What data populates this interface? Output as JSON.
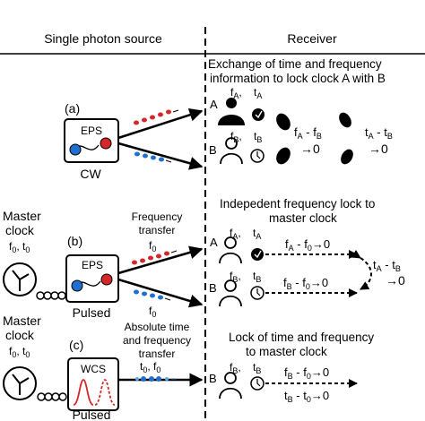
{
  "header": {
    "left_title": "Single photon source",
    "right_title": "Receiver"
  },
  "panel_a": {
    "label": "(a)",
    "source_box": "EPS",
    "mode": "CW",
    "receiver_caption_1": "Exchange of time and frequency",
    "receiver_caption_2": "information to lock clock A with B",
    "node_a": "A",
    "node_b": "B",
    "fA": "f",
    "fA_sub": "A",
    "tA": "t",
    "tA_sub": "A",
    "fB": "f",
    "fB_sub": "B",
    "tB": "t",
    "tB_sub": "B",
    "freq_diff": "f",
    "freq_diff_a_sub": "A",
    "freq_diff_minus": " - f",
    "freq_diff_b_sub": "B",
    "time_diff": "t",
    "time_diff_a_sub": "A",
    "time_diff_minus": " - t",
    "time_diff_b_sub": "B",
    "arrow_zero_1": "→0",
    "arrow_zero_2": "→0"
  },
  "panel_b": {
    "label": "(b)",
    "clock_title_1": "Master",
    "clock_title_2": "clock",
    "clock_values": "f",
    "clock_f_sub": "0",
    "clock_sep": ", t",
    "clock_t_sub": "0",
    "source_box": "EPS",
    "mode": "Pulsed",
    "transfer_1": "Frequency",
    "transfer_2": "transfer",
    "f0_top": "f",
    "f0_top_sub": "0",
    "f0_bottom": "f",
    "f0_bottom_sub": "0",
    "receiver_caption_1": "Indepedent frequency lock to",
    "receiver_caption_2": "master clock",
    "node_a": "A",
    "node_b": "B",
    "fA": "f",
    "fA_sub": "A",
    "tA": "t",
    "tA_sub": "A",
    "fB": "f",
    "fB_sub": "B",
    "tB": "t",
    "tB_sub": "B",
    "eq_a_f": "f",
    "eq_a_sub": "A",
    "eq_a_rest": "- f",
    "eq_a_sub0": "0",
    "eq_a_arrow": "→0",
    "eq_b_f": "f",
    "eq_b_sub": "B",
    "eq_b_rest": "- f",
    "eq_b_sub0": "0",
    "eq_b_arrow": "→0",
    "time_diff": "t",
    "time_diff_a_sub": "A",
    "time_diff_minus": " - t",
    "time_diff_b_sub": "B",
    "time_arrow": "→0"
  },
  "panel_c": {
    "label": "(c)",
    "clock_title_1": "Master",
    "clock_title_2": "clock",
    "clock_values": "f",
    "clock_f_sub": "0",
    "clock_sep": ", t",
    "clock_t_sub": "0",
    "source_box": "WCS",
    "mode": "Pulsed",
    "transfer_1": "Absolute time",
    "transfer_2": "and frequency",
    "transfer_3": "transfer",
    "t0f0": "t",
    "t0f0_t_sub": "0",
    "t0f0_sep": ", f",
    "t0f0_f_sub": "0",
    "receiver_caption_1": "Lock of time and frequency",
    "receiver_caption_2": "to master clock",
    "node_b": "B",
    "fB": "f",
    "fB_sub": "B",
    "tB": "t",
    "tB_sub": "B",
    "eq_f": "f",
    "eq_f_sub": "B",
    "eq_f_rest": "- f",
    "eq_f_sub0": "0",
    "eq_f_arrow": "→0",
    "eq_t": "t",
    "eq_t_sub": "B",
    "eq_t_rest": "- t",
    "eq_t_sub0": "0",
    "eq_t_arrow": "→0"
  },
  "colors": {
    "red_photon": "#d62728",
    "blue_photon": "#1f6fd0",
    "light_blue_photon": "#5aa9e6",
    "wcs_curve": "#d62728"
  }
}
